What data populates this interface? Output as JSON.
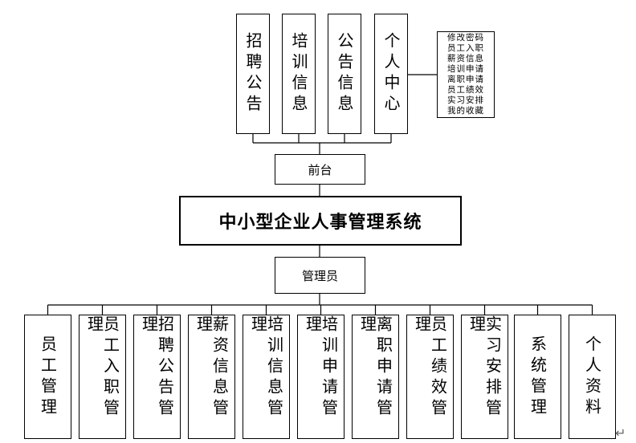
{
  "system_title": "中小型企业人事管理系统",
  "frontend": {
    "label": "前台",
    "modules": [
      {
        "label": "招聘公告"
      },
      {
        "label": "培训信息"
      },
      {
        "label": "公告信息"
      },
      {
        "label": "个人中心"
      }
    ],
    "personal_center_items": [
      "修改密码",
      "员工入职",
      "薪资信息",
      "培训申请",
      "离职申请",
      "员工绩效",
      "实习安排",
      "我的收藏"
    ]
  },
  "admin": {
    "label": "管理员",
    "modules": [
      {
        "label": "员工管理"
      },
      {
        "label": "员工入职管理"
      },
      {
        "label": "招聘公告管理"
      },
      {
        "label": "薪资信息管理"
      },
      {
        "label": "培训信息管理"
      },
      {
        "label": "培训申请管理"
      },
      {
        "label": "离职申请管理"
      },
      {
        "label": "员工绩效管理"
      },
      {
        "label": "实习安排管理"
      },
      {
        "label": "系统管理"
      },
      {
        "label": "个人资料"
      }
    ]
  },
  "return_mark": "↵"
}
